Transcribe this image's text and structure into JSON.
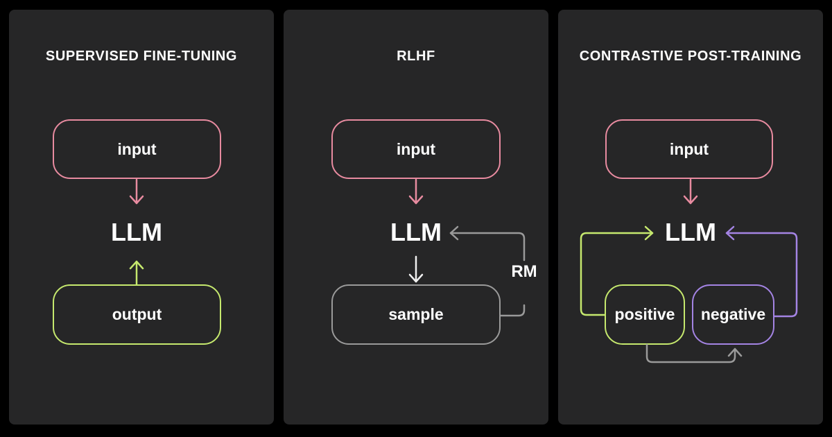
{
  "colors": {
    "page_bg": "#000000",
    "panel_bg": "#262627",
    "text": "#ffffff",
    "pink": "#e88ba0",
    "green": "#c6e96e",
    "purple": "#a484e4",
    "gray": "#9a9a9a",
    "white_arrow": "#f0f0f0"
  },
  "panels": {
    "sft": {
      "title": "SUPERVISED FINE-TUNING",
      "input_label": "input",
      "llm_label": "LLM",
      "output_label": "output"
    },
    "rlhf": {
      "title": "RLHF",
      "input_label": "input",
      "llm_label": "LLM",
      "sample_label": "sample",
      "rm_label": "RM"
    },
    "contrastive": {
      "title": "CONTRASTIVE POST-TRAINING",
      "input_label": "input",
      "llm_label": "LLM",
      "positive_label": "positive",
      "negative_label": "negative"
    }
  }
}
